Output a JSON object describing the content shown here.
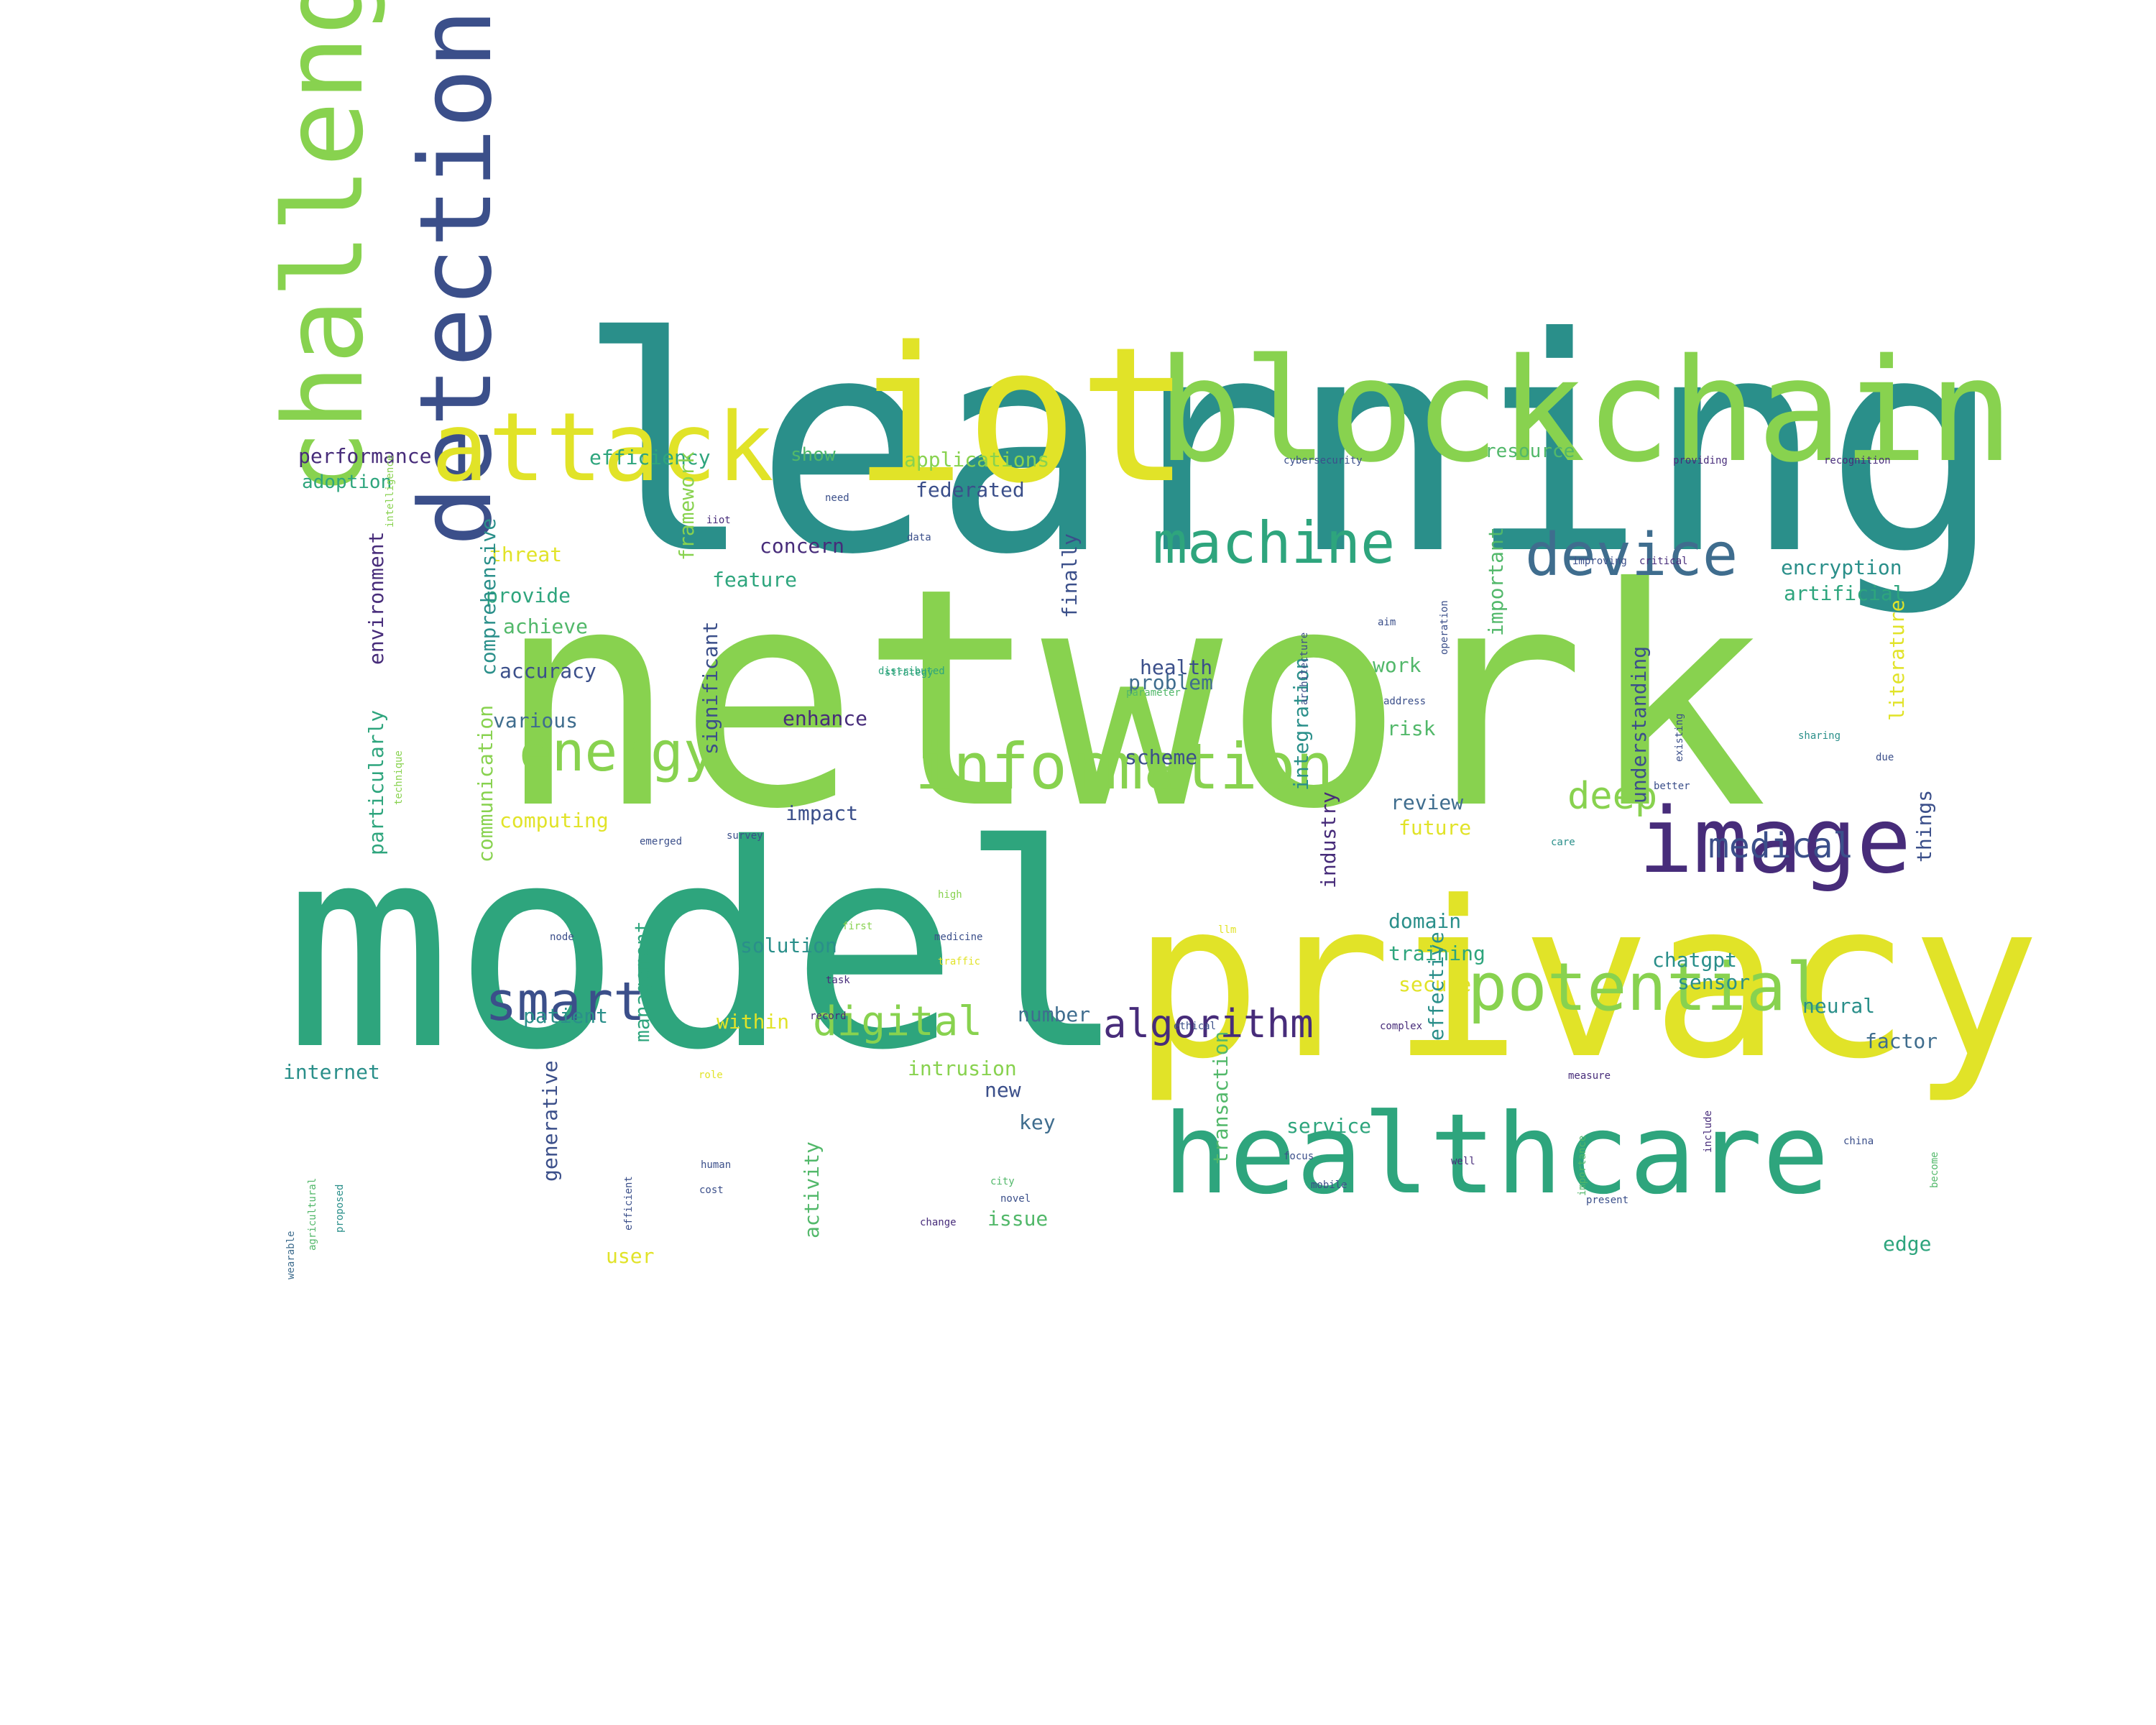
{
  "palette": {
    "dark_purple": "#472c7a",
    "indigo": "#3b4f8a",
    "blue": "#3f6d8e",
    "teal": "#2a8f8a",
    "green_teal": "#2ea57d",
    "green": "#52b86a",
    "light_green": "#88d24f",
    "yellow": "#e1e328"
  },
  "words": [
    {
      "text": "learning"
    },
    {
      "text": "network"
    },
    {
      "text": "model"
    },
    {
      "text": "privacy"
    },
    {
      "text": "blockchain"
    },
    {
      "text": "iot"
    },
    {
      "text": "healthcare"
    },
    {
      "text": "challenge"
    },
    {
      "text": "detection"
    },
    {
      "text": "attack"
    },
    {
      "text": "image"
    },
    {
      "text": "information"
    },
    {
      "text": "potential"
    },
    {
      "text": "machine"
    },
    {
      "text": "device"
    },
    {
      "text": "energy"
    },
    {
      "text": "smart"
    },
    {
      "text": "algorithm"
    },
    {
      "text": "digital"
    },
    {
      "text": "deep"
    },
    {
      "text": "medical"
    },
    {
      "text": "performance"
    },
    {
      "text": "adoption"
    },
    {
      "text": "efficiency"
    },
    {
      "text": "show"
    },
    {
      "text": "applications"
    },
    {
      "text": "resource"
    },
    {
      "text": "cybersecurity"
    },
    {
      "text": "providing"
    },
    {
      "text": "recognition"
    },
    {
      "text": "federated"
    },
    {
      "text": "need"
    },
    {
      "text": "concern"
    },
    {
      "text": "threat"
    },
    {
      "text": "feature"
    },
    {
      "text": "encryption"
    },
    {
      "text": "artificial"
    },
    {
      "text": "improving"
    },
    {
      "text": "critical"
    },
    {
      "text": "provide"
    },
    {
      "text": "achieve"
    },
    {
      "text": "accuracy"
    },
    {
      "text": "various"
    },
    {
      "text": "enhance"
    },
    {
      "text": "health"
    },
    {
      "text": "problem"
    },
    {
      "text": "scheme"
    },
    {
      "text": "work"
    },
    {
      "text": "risk"
    },
    {
      "text": "aim"
    },
    {
      "text": "address"
    },
    {
      "text": "distributed"
    },
    {
      "text": "parameter"
    },
    {
      "text": "sharing"
    },
    {
      "text": "better"
    },
    {
      "text": "due"
    },
    {
      "text": "computing"
    },
    {
      "text": "impact"
    },
    {
      "text": "review"
    },
    {
      "text": "future"
    },
    {
      "text": "emerged"
    },
    {
      "text": "survey"
    },
    {
      "text": "care"
    },
    {
      "text": "domain"
    },
    {
      "text": "training"
    },
    {
      "text": "chatgpt"
    },
    {
      "text": "sensor"
    },
    {
      "text": "neural"
    },
    {
      "text": "solution"
    },
    {
      "text": "secure"
    },
    {
      "text": "patient"
    },
    {
      "text": "number"
    },
    {
      "text": "within"
    },
    {
      "text": "ethical"
    },
    {
      "text": "complex"
    },
    {
      "text": "factor"
    },
    {
      "text": "internet"
    },
    {
      "text": "intrusion"
    },
    {
      "text": "new"
    },
    {
      "text": "key"
    },
    {
      "text": "service"
    },
    {
      "text": "focus"
    },
    {
      "text": "mobile"
    },
    {
      "text": "well"
    },
    {
      "text": "issue"
    },
    {
      "text": "present"
    },
    {
      "text": "edge"
    },
    {
      "text": "user"
    },
    {
      "text": "human"
    },
    {
      "text": "cost"
    },
    {
      "text": "change"
    },
    {
      "text": "city"
    },
    {
      "text": "novel"
    },
    {
      "text": "role"
    },
    {
      "text": "measure"
    },
    {
      "text": "china"
    },
    {
      "text": "high"
    },
    {
      "text": "medicine"
    },
    {
      "text": "traffic"
    },
    {
      "text": "task"
    },
    {
      "text": "record"
    },
    {
      "text": "first"
    },
    {
      "text": "node"
    },
    {
      "text": "llm"
    },
    {
      "text": "iiot"
    },
    {
      "text": "data"
    },
    {
      "text": "strategy"
    },
    {
      "text": "intelligence"
    },
    {
      "text": "environment"
    },
    {
      "text": "particularly"
    },
    {
      "text": "technique"
    },
    {
      "text": "comprehensive"
    },
    {
      "text": "communication"
    },
    {
      "text": "framework"
    },
    {
      "text": "significant"
    },
    {
      "text": "management"
    },
    {
      "text": "finally"
    },
    {
      "text": "integration"
    },
    {
      "text": "industry"
    },
    {
      "text": "effective"
    },
    {
      "text": "transaction"
    },
    {
      "text": "architecture"
    },
    {
      "text": "operation"
    },
    {
      "text": "important"
    },
    {
      "text": "understanding"
    },
    {
      "text": "existing"
    },
    {
      "text": "literature"
    },
    {
      "text": "things"
    },
    {
      "text": "generative"
    },
    {
      "text": "activity"
    },
    {
      "text": "efficient"
    },
    {
      "text": "importance"
    },
    {
      "text": "include"
    },
    {
      "text": "become"
    },
    {
      "text": "wearable"
    },
    {
      "text": "agricultural"
    },
    {
      "text": "proposed"
    }
  ]
}
